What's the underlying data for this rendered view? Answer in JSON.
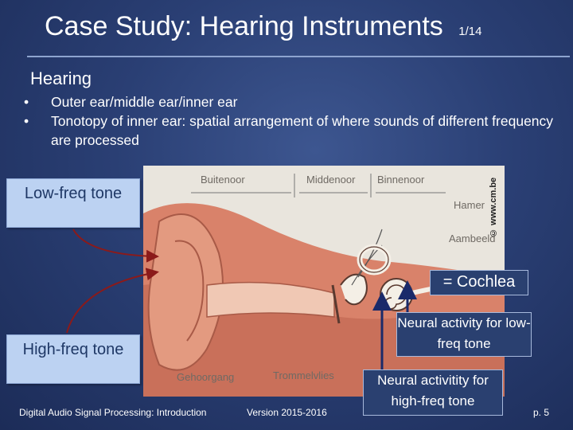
{
  "header": {
    "title": "Case Study: Hearing Instruments",
    "page_indicator": "1/14"
  },
  "section_title": "Hearing",
  "bullets": [
    "Outer ear/middle ear/inner ear",
    "Tonotopy of inner ear: spatial arrangement of where sounds of different frequency are processed"
  ],
  "figure": {
    "labels": {
      "buitenoor": "Buitenoor",
      "middenoor": "Middenoor",
      "binnenoor": "Binnenoor",
      "hamer": "Hamer",
      "aambeeld": "Aambeeld",
      "gehoorgang": "Gehoorgang",
      "trommelvlies": "Trommelvlies"
    },
    "copyright": "© www.cm.be"
  },
  "callouts": {
    "low_freq": "Low-freq tone",
    "high_freq": "High-freq tone",
    "cochlea": "= Cochlea",
    "neural_low": "Neural activity for low-freq tone",
    "neural_high": "Neural activitity for high-freq tone"
  },
  "footer": {
    "course": "Digital Audio Signal Processing: Introduction",
    "version": "Version 2015-2016",
    "page": "p. 5"
  },
  "colors": {
    "background": "#2a3f74",
    "callout_fill": "#bcd2f2",
    "arrow": "#8b1a1a"
  }
}
